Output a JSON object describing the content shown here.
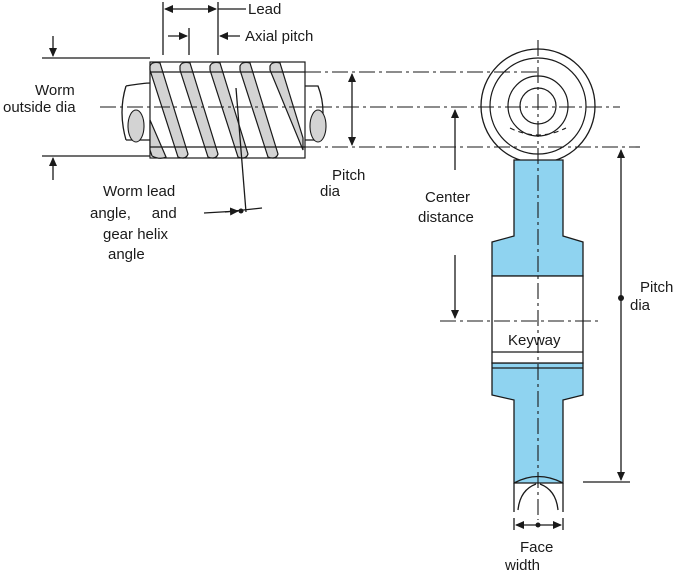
{
  "labels": {
    "lead": "Lead",
    "axial_pitch": "Axial pitch",
    "worm_outside_dia_line1": "Worm",
    "worm_outside_dia_line2": "outside dia",
    "worm_pitch_dia_line1": "Pitch",
    "worm_pitch_dia_line2": "dia",
    "lead_angle_line1": "Worm lead",
    "lead_angle_line2": "angle,     and",
    "lead_angle_line3": "gear helix",
    "lead_angle_line4": "angle",
    "center_distance_line1": "Center",
    "center_distance_line2": "distance",
    "gear_pitch_dia_line1": "Pitch",
    "gear_pitch_dia_line2": "dia",
    "keyway": "Keyway",
    "face_width_line1": "Face",
    "face_width_line2": "width"
  },
  "colors": {
    "gear_fill": "#8fd3f0",
    "thread_fill": "#d3d3d3",
    "ink": "#1a1a1a"
  }
}
